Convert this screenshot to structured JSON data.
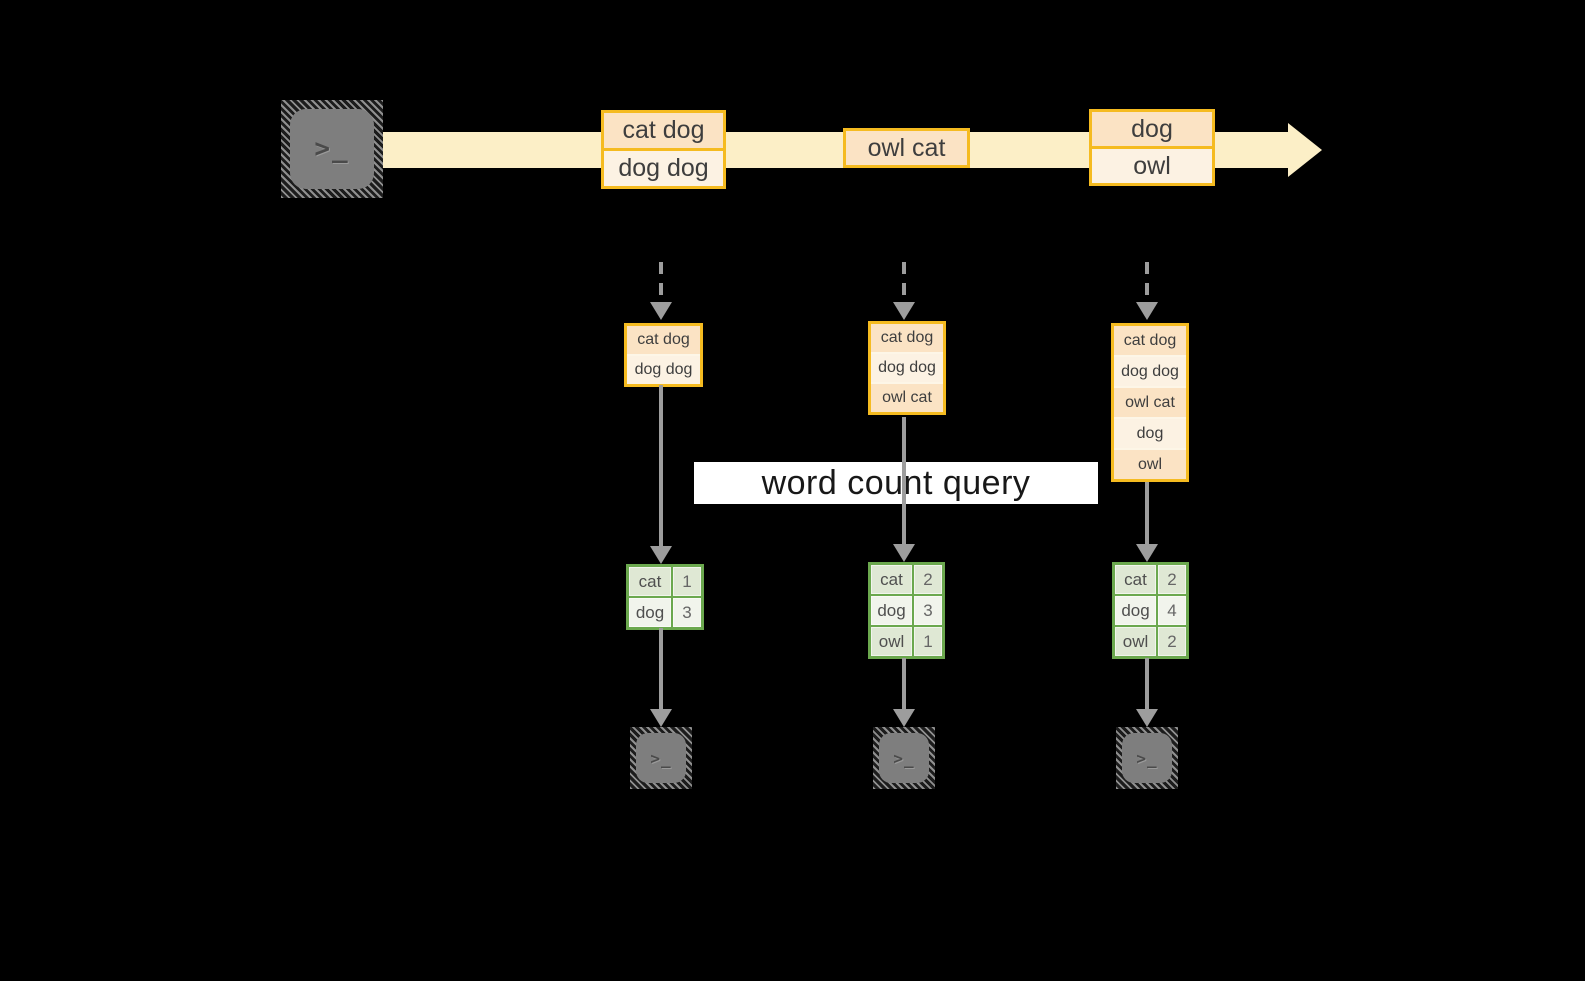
{
  "query_label": "word count query",
  "terminal_glyph": ">_",
  "stream": {
    "events": [
      {
        "rows": [
          "cat dog",
          "dog dog"
        ]
      },
      {
        "rows": [
          "owl cat"
        ]
      },
      {
        "rows": [
          "dog",
          "owl"
        ]
      }
    ]
  },
  "buffers": [
    {
      "rows": [
        "cat dog",
        "dog dog"
      ]
    },
    {
      "rows": [
        "cat dog",
        "dog dog",
        "owl cat"
      ]
    },
    {
      "rows": [
        "cat dog",
        "dog dog",
        "owl cat",
        "dog",
        "owl"
      ]
    }
  ],
  "count_tables": [
    {
      "rows": [
        {
          "word": "cat",
          "count": "1"
        },
        {
          "word": "dog",
          "count": "3"
        }
      ]
    },
    {
      "rows": [
        {
          "word": "cat",
          "count": "2"
        },
        {
          "word": "dog",
          "count": "3"
        },
        {
          "word": "owl",
          "count": "1"
        }
      ]
    },
    {
      "rows": [
        {
          "word": "cat",
          "count": "2"
        },
        {
          "word": "dog",
          "count": "4"
        },
        {
          "word": "owl",
          "count": "2"
        }
      ]
    }
  ],
  "colors": {
    "background": "#000000",
    "stream_band": "#FCEFC7",
    "event_border": "#F5BB20",
    "event_fill_dark": "#FBE3C4",
    "event_fill_light": "#FCF2E3",
    "table_border": "#6BA84E",
    "table_fill_dark": "#DFE8D4",
    "table_fill_light": "#F1F4EC",
    "arrow_gray": "#9D9D9D",
    "terminal_gray": "#7E7E7E"
  }
}
